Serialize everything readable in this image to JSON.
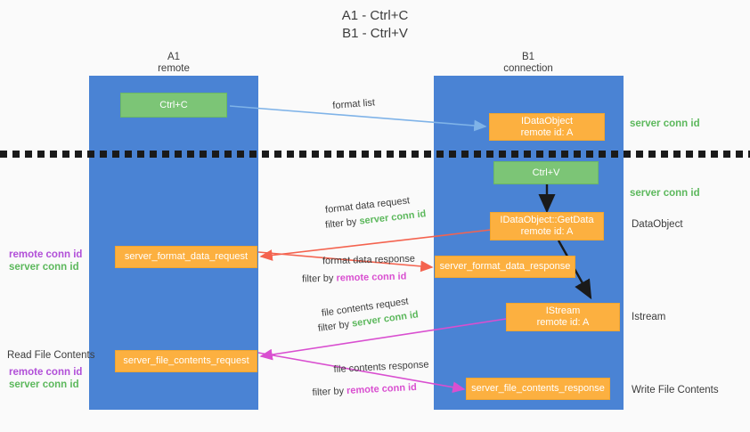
{
  "title": {
    "line1": "A1 - Ctrl+C",
    "line2": "B1 - Ctrl+V"
  },
  "columns": [
    {
      "name": "A1",
      "sub": "remote"
    },
    {
      "name": "B1",
      "sub": "connection"
    }
  ],
  "colors": {
    "panel": "#4a83d4",
    "green_box": "#7cc576",
    "orange_box": "#fcb040",
    "server_conn": "#5cb85c",
    "remote_conn": "#b14fd8",
    "arrow_blue": "#7fb3e8",
    "arrow_red": "#f4634f",
    "arrow_magenta": "#d94fd0",
    "arrow_black": "#1a1a1a",
    "background": "#fafafa"
  },
  "boxes": {
    "ctrl_c": "Ctrl+C",
    "ctrl_v": "Ctrl+V",
    "ole_set_clipboard": {
      "line1": "IDataObject",
      "line2": "remote id: A"
    },
    "get_data": {
      "line1": "IDataObject::GetData",
      "line2": "remote id: A"
    },
    "istream": {
      "line1": "IStream",
      "line2": "remote id: A"
    },
    "format_data_request": "server_format_data_request",
    "format_data_response": "server_format_data_response",
    "file_contents_request": "server_file_contents_request",
    "file_contents_response": "server_file_contents_response"
  },
  "right_labels": {
    "server_conn_top": "server conn id",
    "server_conn_mid": "server conn id",
    "data_object": "DataObject",
    "istream": "Istream",
    "write_file_contents": "Write File Contents"
  },
  "left_labels": {
    "remote_conn_1": "remote conn id",
    "server_conn_1": "server conn id",
    "read_file_contents": "Read File Contents",
    "remote_conn_2": "remote conn id",
    "server_conn_2": "server conn id"
  },
  "arrow_labels": {
    "format_list": "format list",
    "format_data_request": "format data request",
    "format_data_request_filter_prefix": "filter by ",
    "format_data_request_filter_value": "server conn id",
    "format_data_response": "format data response",
    "format_data_response_filter_prefix": "filter by ",
    "format_data_response_filter_value": "remote conn id",
    "file_contents_request": "file contents request",
    "file_contents_request_filter_prefix": "filter by ",
    "file_contents_request_filter_value": "server conn id",
    "file_contents_response": "file contents response",
    "file_contents_response_filter_prefix": "filter by ",
    "file_contents_response_filter_value": "remote conn id"
  }
}
